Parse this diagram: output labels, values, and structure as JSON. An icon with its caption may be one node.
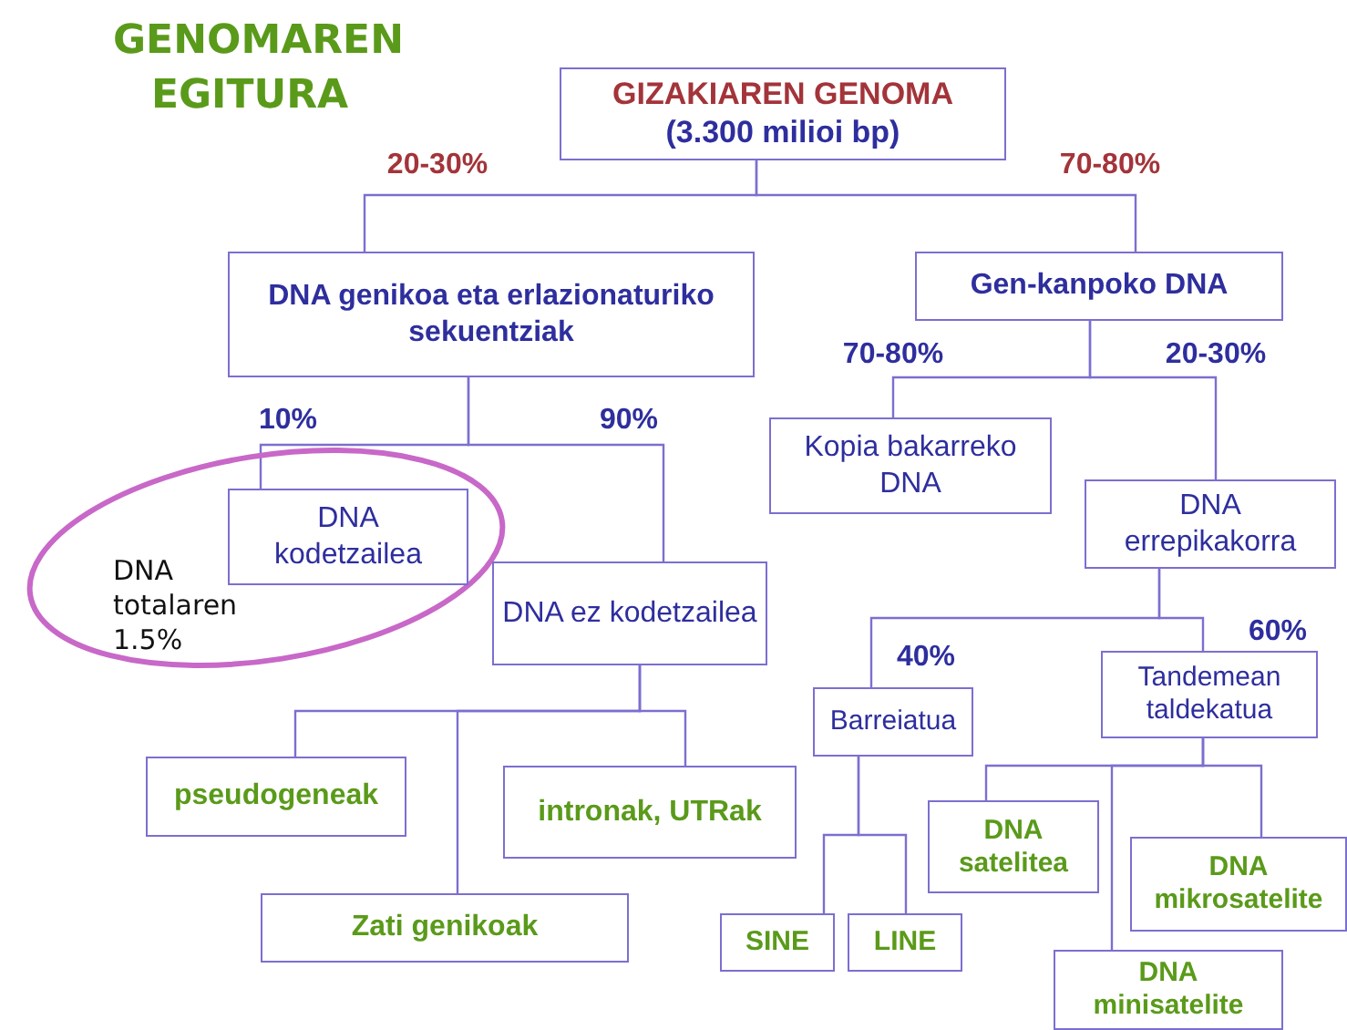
{
  "diagram": {
    "title": "GENOMAREN EGITURA",
    "nodes": [
      {
        "text": [
          "GIZAKIAREN GENOMA",
          "(3.300 milioi bp)"
        ]
      },
      {
        "text": [
          "DNA genikoa eta erlazionaturiko sekuentziak"
        ]
      },
      {
        "text": [
          "Gen-kanpoko DNA"
        ]
      },
      {
        "text": [
          "DNA totalaren 1.5%"
        ]
      },
      {
        "text": [
          "DNA kodetzailea"
        ],
        "in": 3
      },
      {
        "text": [
          "DNA ez kodetzailea"
        ]
      },
      {
        "text": [
          "Kopia bakarreko DNA"
        ]
      },
      {
        "text": [
          "DNA errepikakorra"
        ]
      },
      {
        "text": [
          "Barreiatua"
        ]
      },
      {
        "text": [
          "Tandemean taldekatua"
        ]
      },
      {
        "text": [
          "pseudogeneak"
        ]
      },
      {
        "text": [
          "intronak, UTRak"
        ]
      },
      {
        "text": [
          "Zati genikoak"
        ]
      },
      {
        "text": [
          "DNA satelitea"
        ]
      },
      {
        "text": [
          "DNA mikrosatelite"
        ]
      },
      {
        "text": [
          "SINE"
        ]
      },
      {
        "text": [
          "LINE"
        ]
      },
      {
        "text": [
          "DNA minisatelite"
        ]
      }
    ],
    "edges": [
      {
        "from": 0,
        "to": 1,
        "arrow": "none",
        "label": "20-30%"
      },
      {
        "from": 0,
        "to": 2,
        "arrow": "none",
        "label": "70-80%"
      },
      {
        "from": 1,
        "to": 4,
        "arrow": "none",
        "label": "10%"
      },
      {
        "from": 1,
        "to": 5,
        "arrow": "none",
        "label": "90%"
      },
      {
        "from": 2,
        "to": 6,
        "arrow": "none",
        "label": "70-80%"
      },
      {
        "from": 2,
        "to": 7,
        "arrow": "none",
        "label": "20-30%"
      },
      {
        "from": 7,
        "to": 8,
        "arrow": "none",
        "label": "40%"
      },
      {
        "from": 7,
        "to": 9,
        "arrow": "none",
        "label": "60%"
      },
      {
        "from": 5,
        "to": 10,
        "arrow": "none"
      },
      {
        "from": 5,
        "to": 12,
        "arrow": "none"
      },
      {
        "from": 5,
        "to": 11,
        "arrow": "none"
      },
      {
        "from": 8,
        "to": 15,
        "arrow": "none"
      },
      {
        "from": 8,
        "to": 16,
        "arrow": "none"
      },
      {
        "from": 9,
        "to": 13,
        "arrow": "none"
      },
      {
        "from": 9,
        "to": 17,
        "arrow": "none"
      },
      {
        "from": 9,
        "to": 14,
        "arrow": "none"
      }
    ]
  }
}
